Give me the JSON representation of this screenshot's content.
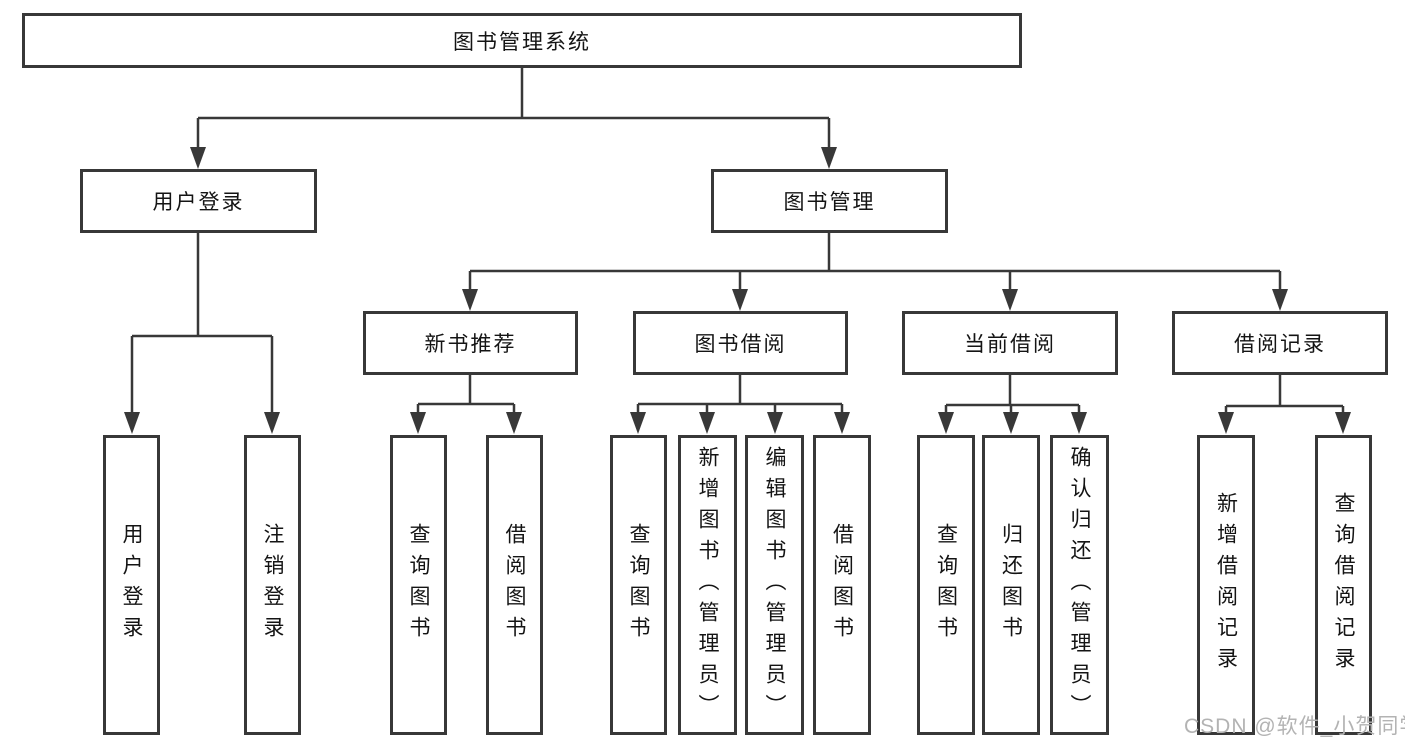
{
  "diagram": {
    "root": {
      "label": "图书管理系统"
    },
    "level2": [
      {
        "id": "user-login",
        "label": "用户登录",
        "parent": "图书管理系统"
      },
      {
        "id": "book-management",
        "label": "图书管理",
        "parent": "图书管理系统"
      }
    ],
    "level3": [
      {
        "id": "new-book-recommendation",
        "label": "新书推荐",
        "parent": "图书管理"
      },
      {
        "id": "book-borrowing",
        "label": "图书借阅",
        "parent": "图书管理"
      },
      {
        "id": "current-borrowing",
        "label": "当前借阅",
        "parent": "图书管理"
      },
      {
        "id": "borrowing-records",
        "label": "借阅记录",
        "parent": "图书管理"
      }
    ],
    "leaves": [
      {
        "label": "用户登录",
        "parent": "用户登录"
      },
      {
        "label": "注销登录",
        "parent": "用户登录"
      },
      {
        "label": "查询图书",
        "parent": "新书推荐"
      },
      {
        "label": "借阅图书",
        "parent": "新书推荐"
      },
      {
        "label": "查询图书",
        "parent": "图书借阅"
      },
      {
        "label": "新增图书（管理员）",
        "parent": "图书借阅"
      },
      {
        "label": "编辑图书（管理员）",
        "parent": "图书借阅"
      },
      {
        "label": "借阅图书",
        "parent": "图书借阅"
      },
      {
        "label": "查询图书",
        "parent": "当前借阅"
      },
      {
        "label": "归还图书",
        "parent": "当前借阅"
      },
      {
        "label": "确认归还（管理员）",
        "parent": "当前借阅"
      },
      {
        "label": "新增借阅记录",
        "parent": "借阅记录"
      },
      {
        "label": "查询借阅记录",
        "parent": "借阅记录"
      }
    ],
    "watermark": "CSDN @软件_小贺同学",
    "colors": {
      "line": "#383838",
      "text": "#141414",
      "watermark": "#b3b3b3",
      "background": "#ffffff"
    }
  }
}
